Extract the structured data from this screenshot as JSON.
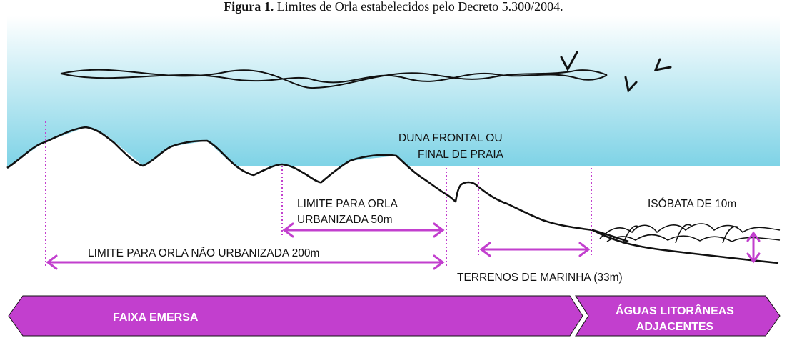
{
  "caption": {
    "label": "Figura 1.",
    "text": "Limites de Orla estabelecidos pelo Decreto 5.300/2004."
  },
  "labels": {
    "duna_line1": "DUNA FRONTAL OU",
    "duna_line2": "FINAL DE PRAIA",
    "urbanizada_line1": "LIMITE PARA ORLA",
    "urbanizada_line2": "URBANIZADA 50m",
    "nao_urbanizada": "LIMITE PARA ORLA NÃO URBANIZADA 200m",
    "terrenos": "TERRENOS DE MARINHA (33m)",
    "isobata": "ISÓBATA DE 10m"
  },
  "bands": {
    "emersa": "FAIXA EMERSA",
    "aguas_line1": "ÁGUAS LITORÂNEAS",
    "aguas_line2": "ADJACENTES"
  },
  "colors": {
    "sky_top": "#ffffff",
    "sky_bottom": "#7fd3e6",
    "accent": "#c23fce",
    "line": "#111111"
  }
}
